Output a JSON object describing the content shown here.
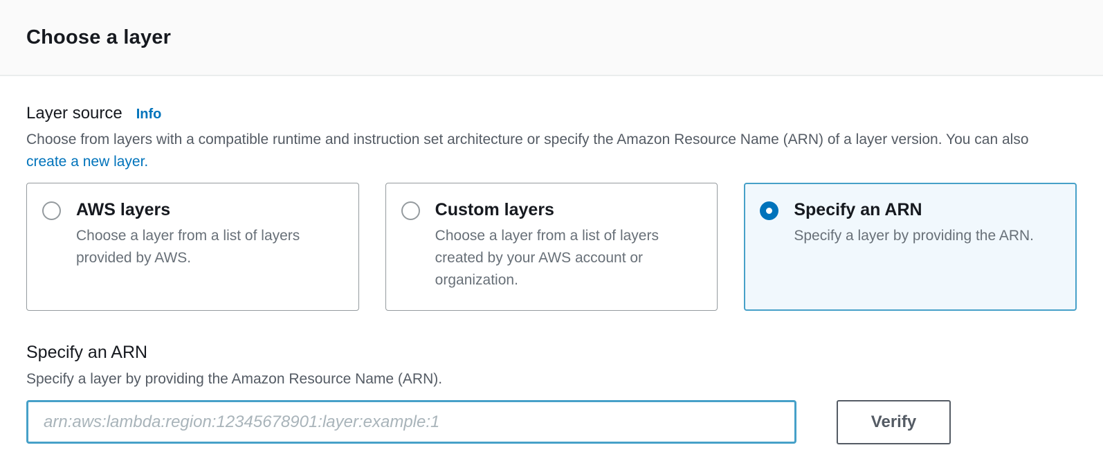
{
  "header": {
    "title": "Choose a layer"
  },
  "layer_source": {
    "label": "Layer source",
    "info_link": "Info",
    "description_text": "Choose from layers with a compatible runtime and instruction set architecture or specify the Amazon Resource Name (ARN) of a layer version. You can also ",
    "description_link": "create a new layer."
  },
  "options": [
    {
      "title": "AWS layers",
      "description": "Choose a layer from a list of layers provided by AWS.",
      "selected": false
    },
    {
      "title": "Custom layers",
      "description": "Choose a layer from a list of layers created by your AWS account or organization.",
      "selected": false
    },
    {
      "title": "Specify an ARN",
      "description": "Specify a layer by providing the ARN.",
      "selected": true
    }
  ],
  "arn_section": {
    "title": "Specify an ARN",
    "description": "Specify a layer by providing the Amazon Resource Name (ARN).",
    "input_value": "",
    "input_placeholder": "arn:aws:lambda:region:12345678901:layer:example:1",
    "verify_button_label": "Verify"
  },
  "colors": {
    "link_blue": "#0073bb",
    "radio_selected_blue": "#0073bb",
    "focus_border_blue": "#46a0c8",
    "selected_card_background": "#f1f8fd",
    "card_border_gray": "#949a9e",
    "header_background": "#fafafa",
    "divider": "#eaeded",
    "secondary_text": "#545b64"
  }
}
